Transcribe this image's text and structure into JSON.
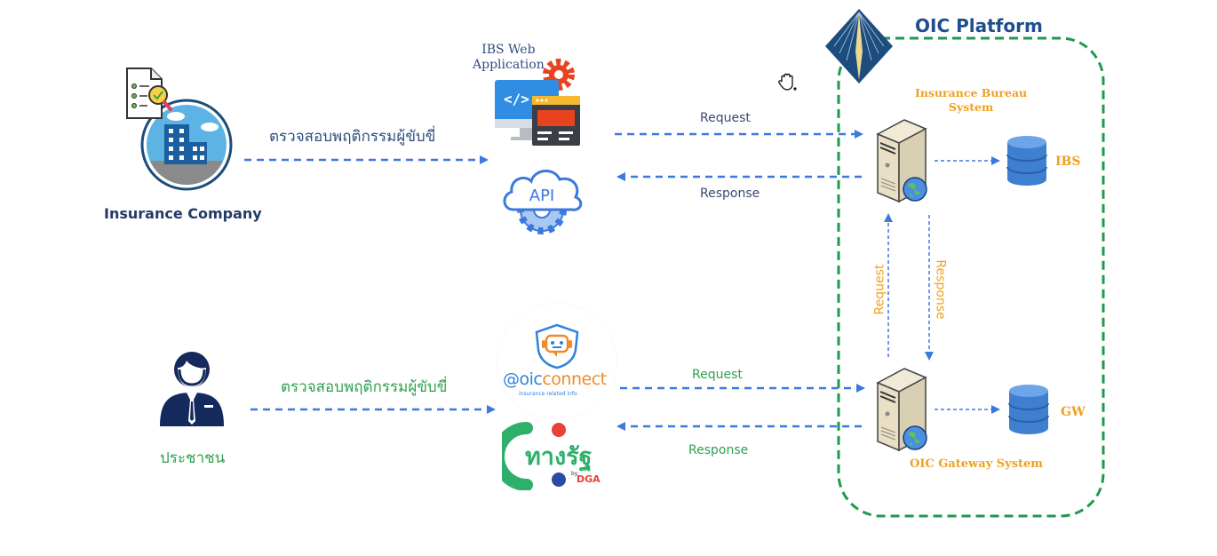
{
  "platform": {
    "title": "OIC Platform",
    "border_color": "#1e9a4a",
    "title_color": "#1f4e8c"
  },
  "insurance_company": {
    "label": "Insurance Company",
    "action_label": "ตรวจสอบพฤติกรรมผู้ขับขี่"
  },
  "citizen": {
    "label": "ประชาชน",
    "action_label": "ตรวจสอบพฤติกรรมผู้ขับขี่"
  },
  "ibs_web_app": {
    "label_line1": "IBS Web",
    "label_line2": "Application",
    "code_glyph": "</>"
  },
  "api": {
    "label": "API"
  },
  "oicconnect": {
    "at": "@",
    "brand_oic": "oic",
    "brand_connect": "connect",
    "tagline": "insurance related info"
  },
  "tangrat": {
    "label": "ทางรัฐ",
    "by": "by",
    "dga": "DGA"
  },
  "ibs_system": {
    "label_line1": "Insurance Bureau",
    "label_line2": "System",
    "db_label": "IBS"
  },
  "gateway_system": {
    "label": "OIC Gateway System",
    "db_label": "GW"
  },
  "flows": {
    "top_request": "Request",
    "top_response": "Response",
    "bottom_request": "Request",
    "bottom_response": "Response",
    "vertical_request": "Request",
    "vertical_response": "Response"
  },
  "colors": {
    "arrow": "#3b78e0",
    "orange": "#f0a020",
    "navy": "#223a66",
    "green": "#2fa050"
  }
}
